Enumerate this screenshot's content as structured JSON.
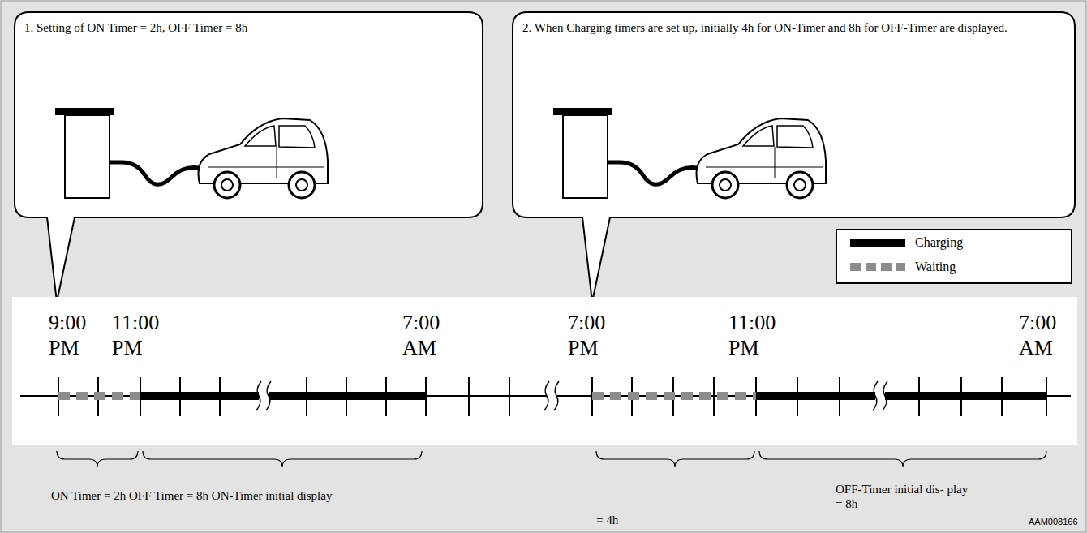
{
  "diagram": {
    "nodes": [
      {
        "text": [
          "1. Setting of ON Timer = 2h, OFF Timer = 8h"
        ]
      },
      {
        "text": [
          "2. When Charging timers are set up, initially 4h for ON-Timer and 8h for OFF-Timer are displayed."
        ]
      }
    ],
    "labels": [
      "9:00 PM",
      "11:00 PM",
      "7:00 AM",
      "7:00 PM",
      "11:00 PM",
      "7:00 AM",
      "ON Timer = 2h OFF Timer = 8h ON-Timer initial display",
      "= 4h",
      "OFF-Timer initial dis- play = 8h",
      "AAM008166"
    ],
    "legend": [
      {
        "text": "Charging",
        "color": "#000000"
      },
      {
        "text": "Waiting",
        "color": "#8c8c8c"
      }
    ]
  }
}
